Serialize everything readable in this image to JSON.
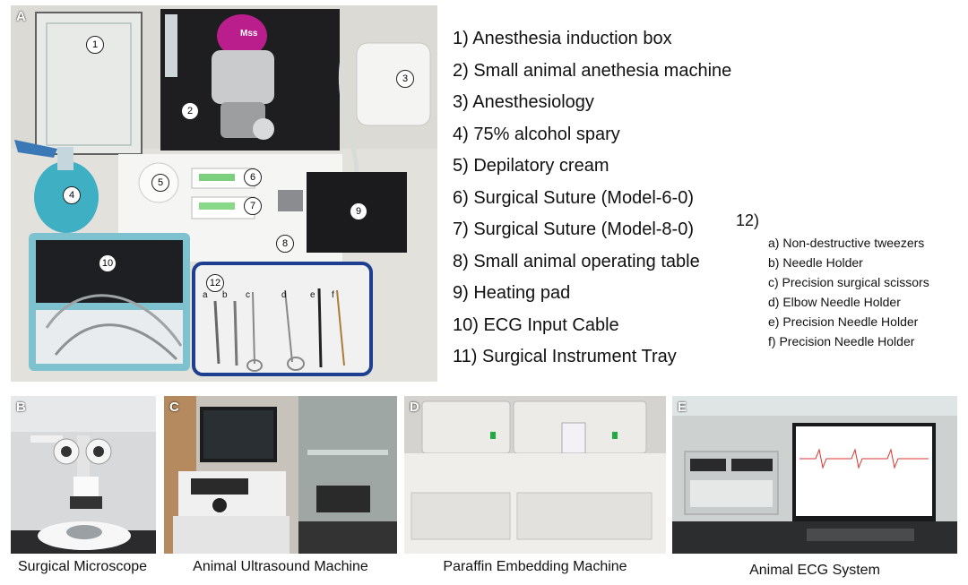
{
  "panel_labels": {
    "a": "A",
    "b": "B",
    "c": "C",
    "d": "D",
    "e": "E"
  },
  "equipment_list": [
    "1) Anesthesia induction box",
    "2) Small animal anethesia machine",
    "3) Anesthesiology",
    "4) 75% alcohol spary",
    "5) Depilatory cream",
    "6) Surgical Suture (Model-6-0)",
    "7) Surgical Suture (Model-8-0)",
    "8) Small animal operating table",
    "9) Heating pad",
    "10) ECG Input Cable",
    "11) Surgical Instrument Tray"
  ],
  "item_12": {
    "label": "12)",
    "subitems": [
      "a) Non-destructive tweezers",
      "b) Needle Holder",
      "c) Precision surgical scissors",
      "d) Elbow Needle Holder",
      "e) Precision Needle Holder",
      "f) Precision Needle Holder"
    ]
  },
  "photo_markers": [
    "1",
    "2",
    "3",
    "4",
    "5",
    "6",
    "7",
    "8",
    "9",
    "10",
    "12"
  ],
  "instrument_letters": [
    "a",
    "b",
    "c",
    "d",
    "e",
    "f"
  ],
  "machine_badge": "Mss",
  "captions": {
    "b": "Surgical Microscope",
    "c": "Animal Ultrasound Machine",
    "d": "Paraffin Embedding Machine",
    "e": "Animal ECG System"
  }
}
